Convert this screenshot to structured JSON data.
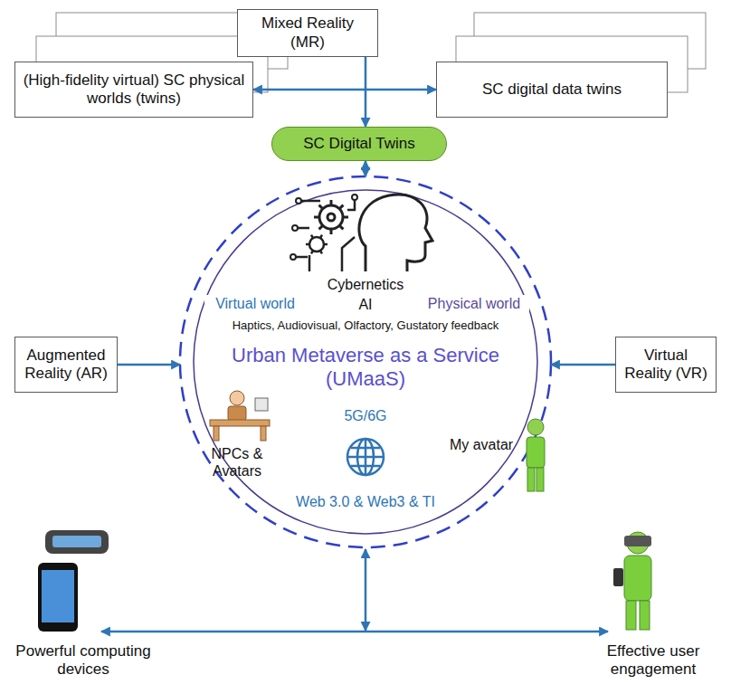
{
  "diagram": {
    "nodes": [
      {
        "text": [
          "Mixed Reality (MR)"
        ]
      },
      {
        "text": [
          "(High-fidelity virtual) SC physical worlds (twins)"
        ]
      },
      {
        "text": [
          "SC digital data twins"
        ]
      },
      {
        "text": [
          "SC Digital Twins"
        ]
      },
      {
        "text": [
          "Virtual world",
          "Physical world",
          "Cybernetics",
          "AI",
          "Haptics, Audiovisual, Olfactory, Gustatory feedback",
          "Urban Metaverse as a Service (UMaaS)",
          "NPCs & Avatars",
          "5G/6G",
          "My avatar",
          "Web 3.0 & Web3 & TI"
        ]
      },
      {
        "text": [
          "Augmented Reality (AR)"
        ]
      },
      {
        "text": [
          "Virtual Reality (VR)"
        ]
      }
    ],
    "edges": [
      {
        "from": 1,
        "to": 2,
        "arrow": "both"
      },
      {
        "from": 0,
        "to": 3,
        "arrow": "to"
      },
      {
        "from": 3,
        "to": 4,
        "arrow": "both"
      },
      {
        "from": 5,
        "to": 4,
        "arrow": "to"
      },
      {
        "from": 6,
        "to": 4,
        "arrow": "to"
      }
    ],
    "labels": [
      "Powerful computing devices",
      "Effective user engagement"
    ]
  }
}
